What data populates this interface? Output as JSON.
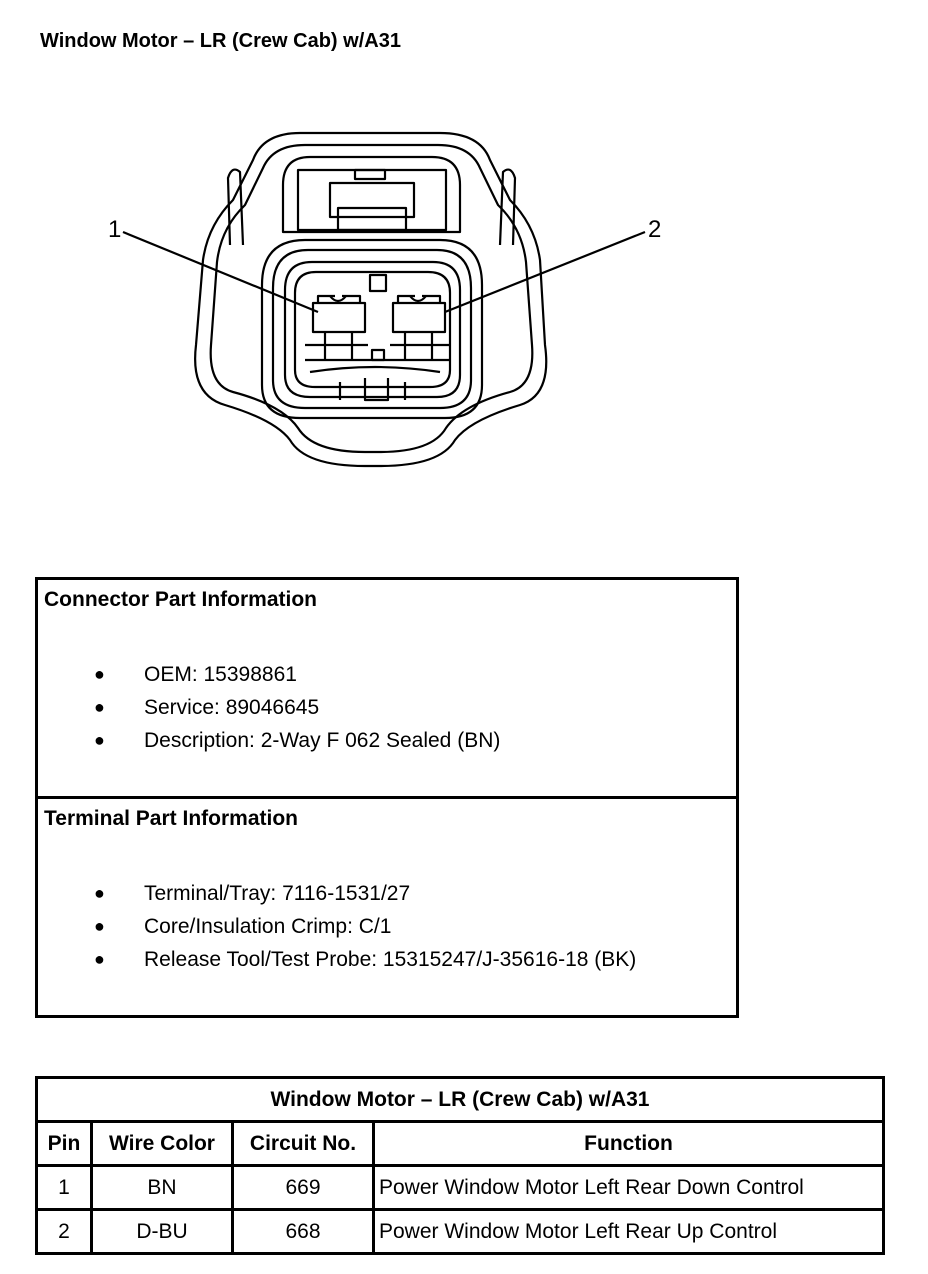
{
  "page_title": "Window Motor – LR (Crew Cab) w/A31",
  "diagram": {
    "pin_labels": [
      "1",
      "2"
    ]
  },
  "connector_info": {
    "heading": "Connector Part Information",
    "items": [
      "OEM: 15398861",
      "Service: 89046645",
      "Description: 2-Way F 062 Sealed (BN)"
    ]
  },
  "terminal_info": {
    "heading": "Terminal Part Information",
    "items": [
      "Terminal/Tray: 7116-1531/27",
      "Core/Insulation Crimp: C/1",
      "Release Tool/Test Probe: 15315247/J-35616-18 (BK)"
    ]
  },
  "pin_table": {
    "title": "Window Motor – LR (Crew Cab) w/A31",
    "headers": [
      "Pin",
      "Wire Color",
      "Circuit No.",
      "Function"
    ],
    "rows": [
      [
        "1",
        "BN",
        "669",
        "Power Window Motor Left Rear Down Control"
      ],
      [
        "2",
        "D-BU",
        "668",
        "Power Window Motor Left Rear Up Control"
      ]
    ]
  }
}
